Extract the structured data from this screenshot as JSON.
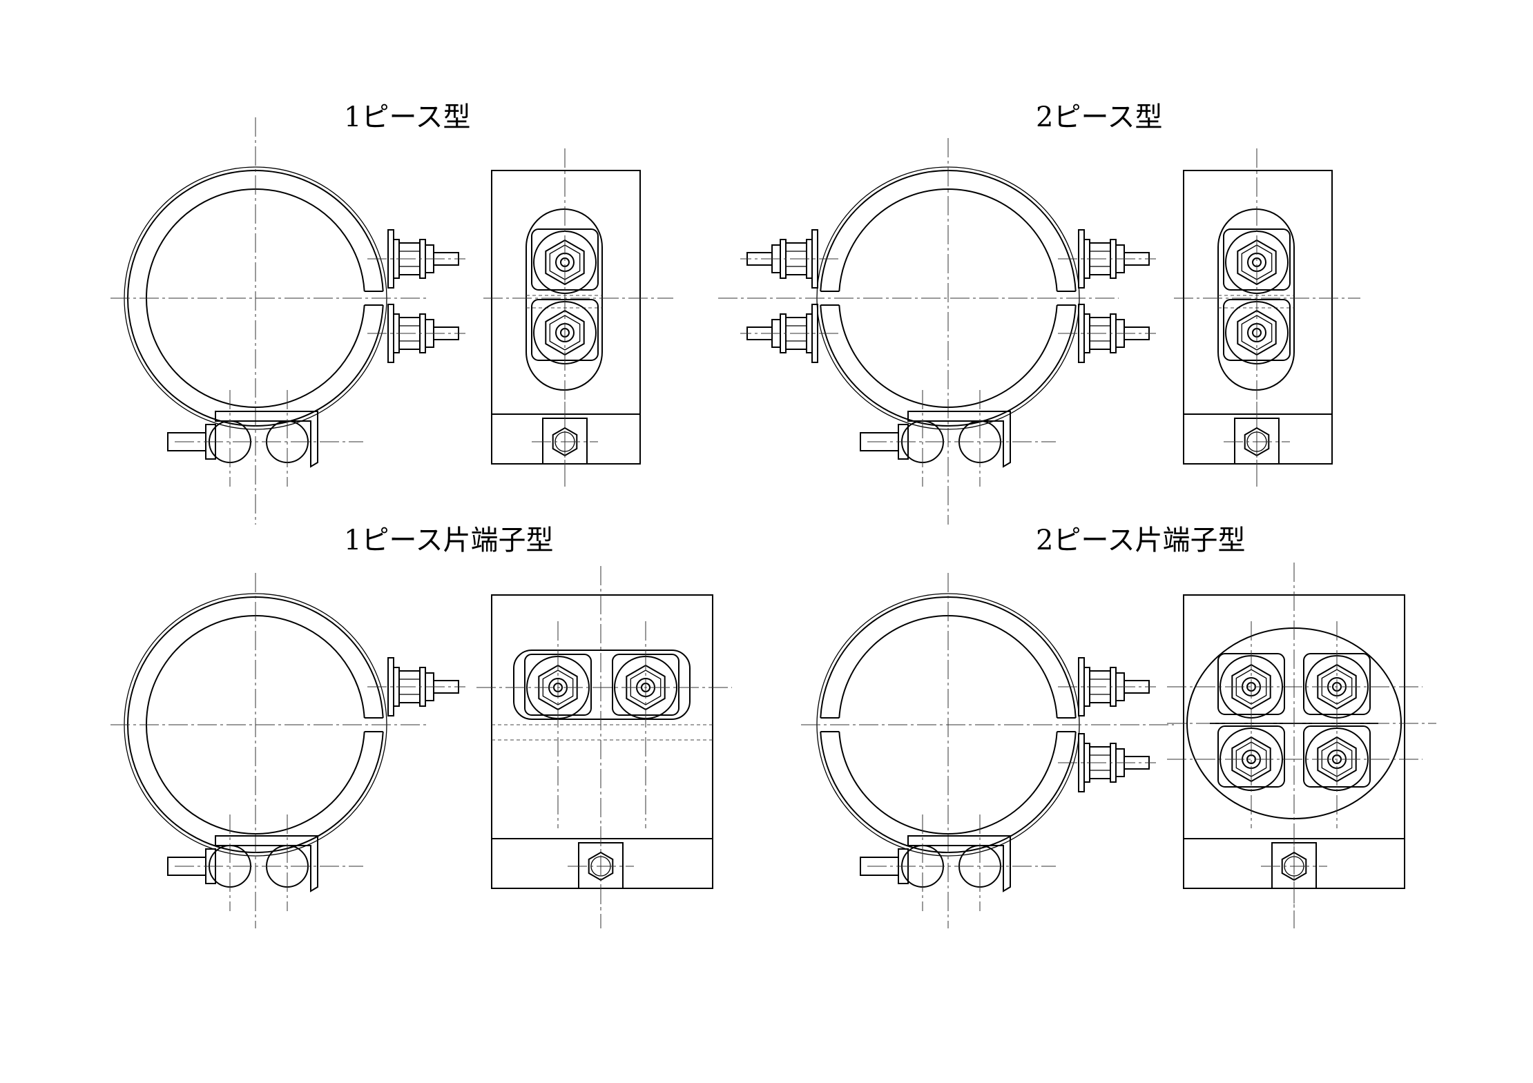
{
  "sheet": {
    "views": [
      {
        "id": "one-piece",
        "title": "1ピース型"
      },
      {
        "id": "two-piece",
        "title": "2ピース型"
      },
      {
        "id": "one-piece-single",
        "title": "1ピース片端子型"
      },
      {
        "id": "two-piece-single",
        "title": "2ピース片端子型"
      }
    ]
  }
}
